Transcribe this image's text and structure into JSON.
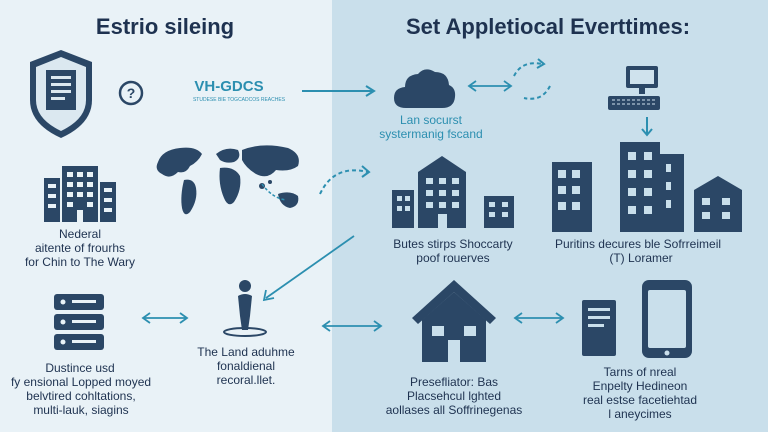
{
  "colors": {
    "navy": "#2b4766",
    "teal": "#2c8fb0",
    "left_bg": "#e9f2f7",
    "right_bg": "#c9dfeb"
  },
  "left": {
    "heading": "Estrio sileing",
    "brand_line1": "VH-GDCS",
    "brand_line2": "STUDESE BIE TOGCADCOS REACHES",
    "building_caption": [
      "Nederal",
      "aitente of frourhs",
      "for Chin to The Wary"
    ],
    "server_caption": [
      "Dustince usd",
      "fy ensional Lopped moyed",
      "belvtired cohltations,",
      "multi-lauk, siagins"
    ],
    "person_caption": [
      "The Land aduhme",
      "fonaldienal",
      "recoral.llet."
    ]
  },
  "right": {
    "heading": "Set Appletiocal Everttimes:",
    "cloud_caption": [
      "Lan socurst",
      "systermanig fscand"
    ],
    "city_caption": [
      "Butes stirps Shoccarty",
      "poof rouerves"
    ],
    "towers_caption": [
      "Puritins decures ble Sofrreimeil",
      "(T) Loramer"
    ],
    "house_caption": [
      "Presefliator: Bas",
      "Placsehcul lghted",
      "aollases all Soffrinegenas"
    ],
    "tablet_caption": [
      "Tarns of nreal",
      "Enpelty Hedineon",
      "real estse facetiehtad",
      "l aneycimes"
    ]
  },
  "icons": [
    "shield-document-icon",
    "help-circle-icon",
    "cloud-icon",
    "computer-icon",
    "office-buildings-icon",
    "world-map-icon",
    "city-buildings-icon",
    "skyscrapers-icon",
    "server-stack-icon",
    "person-icon",
    "house-icon",
    "tablet-icon"
  ]
}
